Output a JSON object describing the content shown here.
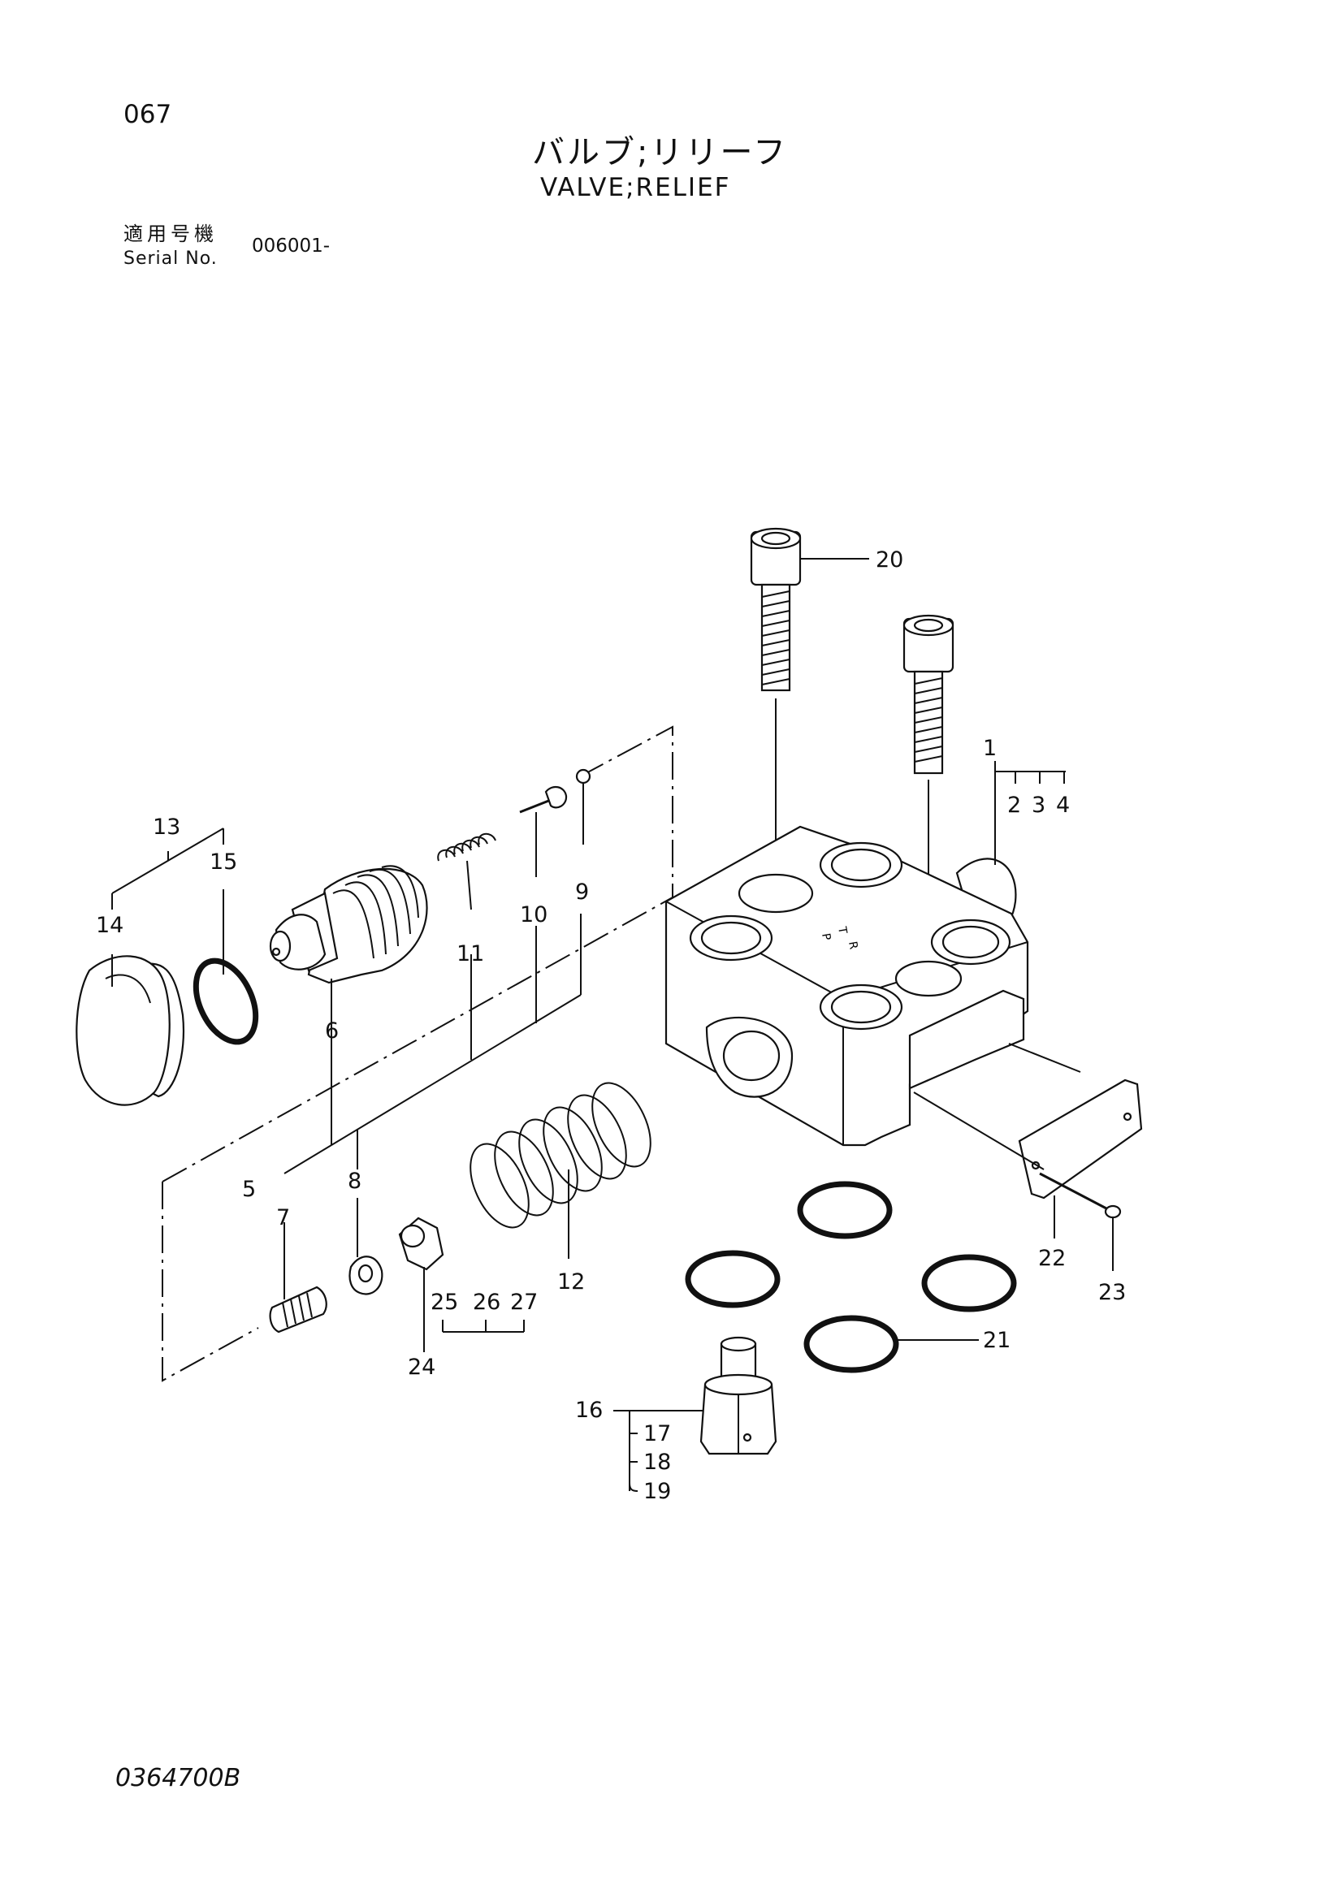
{
  "header": {
    "page_number": "067",
    "title_jp": "バルブ;リリーフ",
    "title_en": "VALVE;RELIEF",
    "serial_label_jp": "適用号機",
    "serial_label_en": "Serial No.",
    "serial_value": "006001-"
  },
  "footer": {
    "drawing_number": "0364700B"
  },
  "callouts": [
    "1",
    "2",
    "3",
    "4",
    "5",
    "6",
    "7",
    "8",
    "9",
    "10",
    "11",
    "12",
    "13",
    "14",
    "15",
    "16",
    "17",
    "18",
    "19",
    "20",
    "21",
    "22",
    "23",
    "24",
    "25",
    "26",
    "27"
  ],
  "block_marks": [
    "P",
    "T",
    "R"
  ]
}
